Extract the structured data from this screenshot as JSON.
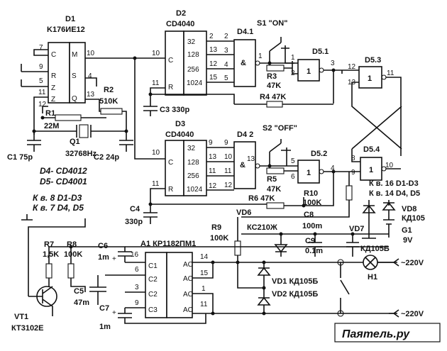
{
  "d1": {
    "ref": "D1",
    "type": "K176ИЕ12",
    "m": "M",
    "s": "S",
    "c": "C",
    "r": "R",
    "z1": "Z",
    "z2": "Z",
    "q": "Q",
    "pins": {
      "p7": "7",
      "p9": "9",
      "p5": "5",
      "p11": "11",
      "p12": "12",
      "p10": "10",
      "p4": "4",
      "p13": "13"
    }
  },
  "d2": {
    "ref": "D2",
    "type": "CD4040",
    "c": "C",
    "r": "R",
    "outs": [
      "32",
      "128",
      "256",
      "1024"
    ],
    "pins": {
      "p10": "10",
      "p11": "11",
      "o1": "2",
      "o2": "13",
      "o3": "12",
      "o4": "15"
    }
  },
  "d3": {
    "ref": "D3",
    "type": "CD4040",
    "c": "C",
    "r": "R",
    "outs": [
      "32",
      "128",
      "256",
      "1024"
    ],
    "pins": {
      "p10": "10",
      "p11": "11",
      "o1": "9",
      "o2": "13",
      "o3": "11",
      "o4": "12"
    }
  },
  "d41": {
    "ref": "D4.1",
    "sym": "&",
    "ins": [
      "2",
      "3",
      "4",
      "5"
    ],
    "out": "1"
  },
  "d42": {
    "ref": "D4 2",
    "sym": "&",
    "ins": [
      "9",
      "10",
      "11",
      "12"
    ],
    "out": "13"
  },
  "d51": {
    "ref": "D5.1",
    "in1": "1",
    "in2": "2",
    "out": "3"
  },
  "d52": {
    "ref": "D5.2",
    "in1": "5",
    "in2": "6",
    "out": "4"
  },
  "d53": {
    "ref": "D5.3",
    "in1": "12",
    "in2": "13",
    "out": "11"
  },
  "d54": {
    "ref": "D5.4",
    "in1": "8",
    "in2": "9",
    "out": "10"
  },
  "s1": "S1 \"ON\"",
  "s2": "S2 \"OFF\"",
  "r1": {
    "ref": "R1",
    "val": "22M"
  },
  "r2": {
    "ref": "R2",
    "val": "510K"
  },
  "r3": {
    "ref": "R3",
    "val": "47K"
  },
  "r4": {
    "ref": "R4 47K"
  },
  "r5": {
    "ref": "R5",
    "val": "47K"
  },
  "r6": {
    "ref": "R6 47K"
  },
  "r7": {
    "ref": "R7",
    "val": "1,5K"
  },
  "r8": {
    "ref": "R8",
    "val": "100K"
  },
  "r9": {
    "ref": "R9",
    "val": "100K"
  },
  "r10": {
    "ref": "R10",
    "val": "100K"
  },
  "q1": {
    "ref": "Q1",
    "val": "32768Hz"
  },
  "c1": "C1 75p",
  "c2": "C2 24p",
  "c3": "C3  330p",
  "c4": {
    "ref": "C4",
    "val": "330p"
  },
  "c5": {
    "ref": "C5",
    "val": "47m"
  },
  "c6": {
    "ref": "C6",
    "val": "1m"
  },
  "c7": {
    "ref": "C7",
    "val": "1m"
  },
  "c8": {
    "ref": "C8",
    "val": "100m"
  },
  "c9": "C9",
  "c9v": "0.1m",
  "vd6": {
    "ref": "VD6",
    "type": "КС210Ж"
  },
  "vd7": {
    "ref": "VD7",
    "type": "КД105Б"
  },
  "vd8": {
    "ref": "VD8",
    "type": "КД105"
  },
  "vd1": "VD1 КД105Б",
  "vd2": "VD2 КД105Б",
  "g1": {
    "ref": "G1",
    "val": "9V"
  },
  "h1": "H1",
  "vt1": {
    "ref": "VT1",
    "type": "КТ3102Е"
  },
  "a1": {
    "ref": "A1 КР1182ПМ1",
    "pins_l": {
      "c1": "C1",
      "c2a": "C2",
      "c2b": "C2",
      "c3": "C3"
    },
    "ac": "AC",
    "pins": {
      "p16": "16",
      "p6": "6",
      "p3": "3",
      "p9": "9",
      "p14": "14",
      "p15": "15",
      "p1": "1",
      "p11": "11"
    }
  },
  "notes": {
    "l1": "D4- CD4012",
    "l2": "D5- CD4001",
    "l3": "К в. 8 D1-D3",
    "l4": "К в. 7 D4, D5",
    "r1": "К в. 16 D1-D3",
    "r2": "К в. 14 D4, D5"
  },
  "mains1": "~220V",
  "mains2": "~220V",
  "watermark": "Паятель.ру"
}
